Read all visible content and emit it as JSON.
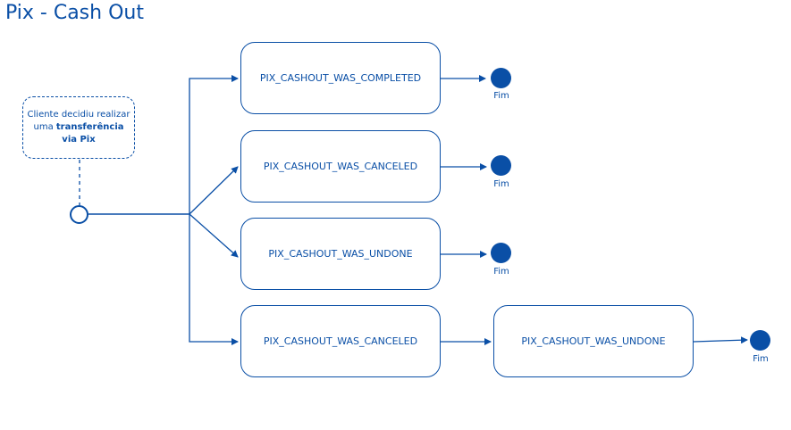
{
  "title": "Pix - Cash Out",
  "note": {
    "prefix": "Cliente decidiu realizar uma ",
    "bold": "transferência via Pix"
  },
  "states": [
    {
      "label": "PIX_CASHOUT_WAS_COMPLETED"
    },
    {
      "label": "PIX_CASHOUT_WAS_CANCELED"
    },
    {
      "label": "PIX_CASHOUT_WAS_UNDONE"
    },
    {
      "label": "PIX_CASHOUT_WAS_CANCELED"
    },
    {
      "label": "PIX_CASHOUT_WAS_UNDONE"
    }
  ],
  "end_label": "Fim",
  "colors": {
    "primary": "#0a4fa6"
  }
}
